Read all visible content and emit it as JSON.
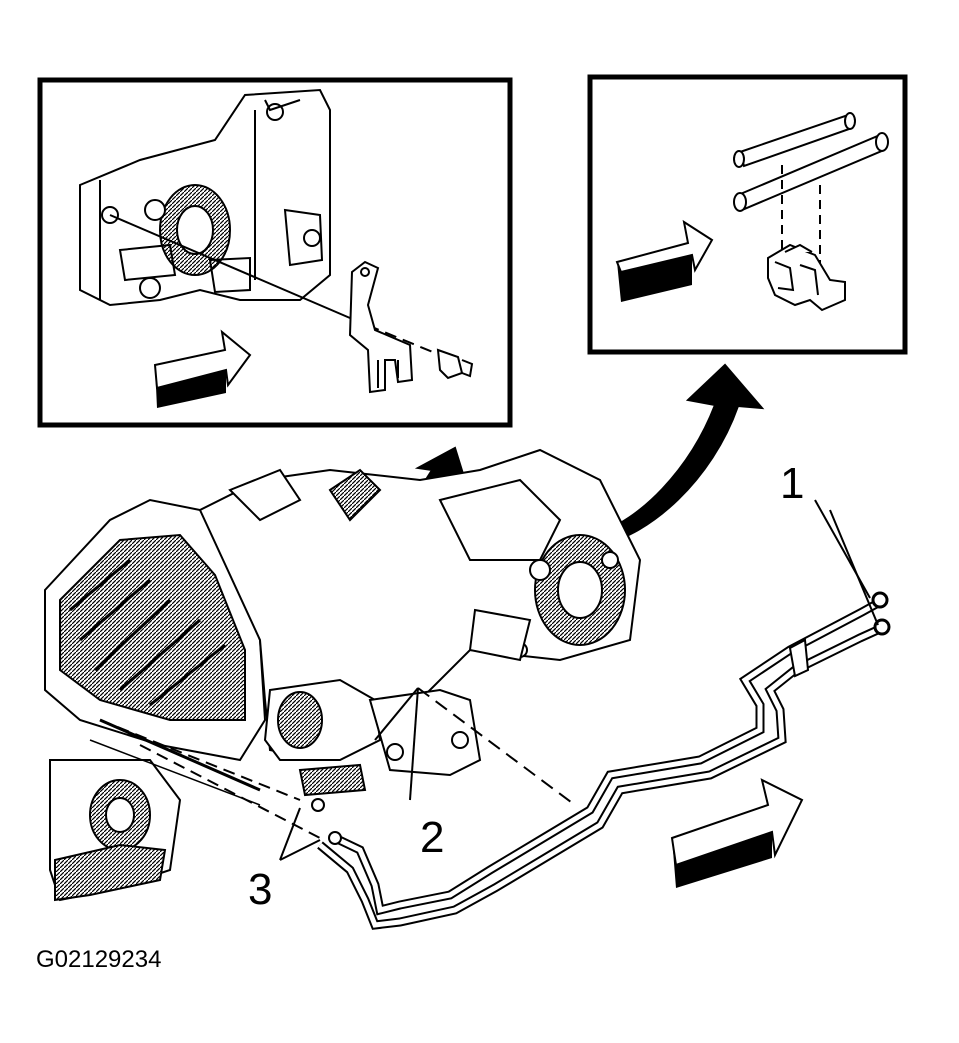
{
  "callouts": {
    "c1": "1",
    "c2": "2",
    "c3": "3"
  },
  "figure_id": "G02129234",
  "colors": {
    "ink": "#000000",
    "paper": "#ffffff"
  }
}
